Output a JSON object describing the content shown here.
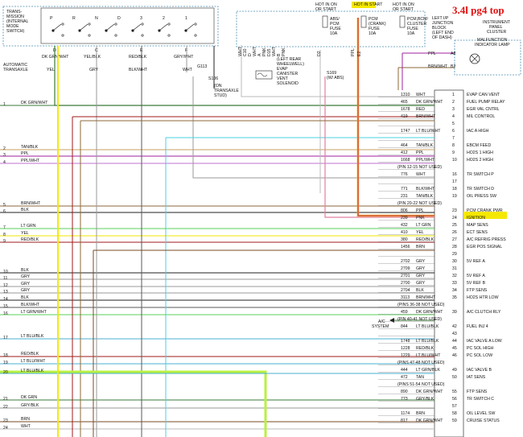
{
  "title": "3.4l pg4 top",
  "colors": {
    "dk_grn_wht": "#3a7a3a",
    "yel": "#f2e600",
    "gry": "#9a9a9a",
    "red_blk": "#a01818",
    "blk_wht": "#5a5a5a",
    "pnk": "#e080a0",
    "orange": "#ff8a00",
    "ppl": "#a020a0",
    "ppl_wht": "#c070d0",
    "brn_wht": "#8b6a3a",
    "brn": "#7a4a20",
    "lt_grn": "#5ad05a",
    "lt_blu": "#4ab0d0",
    "cyan": "#4ad0e0",
    "blk": "#222222",
    "dashed_box": "#4a8ab0",
    "hl_orange": "#ffa000",
    "hl_green": "#b8f040",
    "hl_yellow": "#f5e800"
  },
  "tms": {
    "title": "TRANS-MISSION (INTERNAL MODE SWITCH)",
    "title_lines": [
      "TRANS-",
      "MISSION",
      "(INTERNAL",
      "MODE",
      "SWITCH)"
    ],
    "footer": [
      "AUTOMATIC",
      "TRANSAXLE"
    ],
    "modes": [
      "P",
      "R",
      "N",
      "D",
      "3",
      "2",
      "1"
    ],
    "wires": [
      {
        "pin": "D",
        "color": "DK GRN/WHT",
        "cav": "D"
      },
      {
        "pin": "C",
        "color": "YEL/BLK",
        "cav": "C"
      },
      {
        "pin": "E",
        "color": "RED/BLK",
        "cav": "E"
      },
      {
        "pin": "F",
        "color": "GRY/WHT",
        "cav": "F"
      }
    ]
  },
  "top_labels": {
    "yel": "YEL",
    "gry": "GRY",
    "blk_wht": "BLK/WHT",
    "wht": "WHT",
    "g113": "G113",
    "s106": "S106",
    "ion_stud": [
      "(ON",
      "TRANSAXLE",
      "STUD)"
    ],
    "s169": "S169",
    "s169_note": "(W/ ABS)",
    "evap": [
      "(LEFT REAR",
      "WHEELWELL)",
      "EVAP",
      "CANISTER",
      "VENT",
      "SOLENOID"
    ],
    "verticals": [
      "WHT",
      "C10",
      "D",
      "WHT",
      "A",
      "PNK",
      "D15",
      "WHT",
      "B",
      "PNK",
      "D2",
      "PPL",
      "E2"
    ]
  },
  "fuse_block": {
    "hot_labels": [
      "HOT IN ON OR START",
      "HOT IN START",
      "HOT IN ON OR START"
    ],
    "fuses": [
      {
        "name": "ABS/ PCM FUSE",
        "amp": "10A"
      },
      {
        "name": "PCM (CRANK) FUSE",
        "amp": "10A"
      },
      {
        "name": "PCM,BCM/ CLUSTER FUSE",
        "amp": "10A"
      }
    ],
    "block_label": [
      "LEFT I/P",
      "JUNCTION",
      "BLOCK",
      "(LEFT END",
      "OF DASH)"
    ]
  },
  "cluster": {
    "label": [
      "INSTRUMENT",
      "PANEL",
      "CLUSTER"
    ],
    "lamp": [
      "MALFUNCTION",
      "INDICATOR LAMP"
    ],
    "pins": [
      {
        "color": "PPL",
        "pin": "A8"
      },
      {
        "color": "BRN/WHT",
        "pin": "B2"
      }
    ]
  },
  "left_labels": [
    {
      "n": "1",
      "c": "DK GRN/WHT"
    },
    {
      "n": "2",
      "c": "TAN/BLK"
    },
    {
      "n": "3",
      "c": "PPL"
    },
    {
      "n": "4",
      "c": "PPL/WHT"
    },
    {
      "n": "5",
      "c": "BRN/WHT"
    },
    {
      "n": "6",
      "c": "BLK"
    },
    {
      "n": "7",
      "c": "LT GRN"
    },
    {
      "n": "8",
      "c": "YEL"
    },
    {
      "n": "9",
      "c": "RED/BLK"
    },
    {
      "n": "10",
      "c": "BLK"
    },
    {
      "n": "11",
      "c": "GRY"
    },
    {
      "n": "12",
      "c": "GRY"
    },
    {
      "n": "13",
      "c": "GRY"
    },
    {
      "n": "14",
      "c": "BLK"
    },
    {
      "n": "15",
      "c": "BLK/WHT"
    },
    {
      "n": "16",
      "c": "LT GRN/WHT"
    },
    {
      "n": "17",
      "c": "LT BLU/BLK"
    },
    {
      "n": "18",
      "c": "RED/BLK"
    },
    {
      "n": "19",
      "c": "LT BLU/WHT"
    },
    {
      "n": "20",
      "c": "LT BLU/BLK"
    },
    {
      "n": "21",
      "c": "DK GRN"
    },
    {
      "n": "22",
      "c": "GRY/BLK"
    },
    {
      "n": "23",
      "c": "BRN"
    },
    {
      "n": "24",
      "c": "WHT"
    }
  ],
  "connector_rows": [
    {
      "pin": "1",
      "wire": "1310",
      "color": "WHT",
      "func": "EVAP CAN VENT"
    },
    {
      "pin": "2",
      "wire": "465",
      "color": "DK GRN/WHT",
      "func": "FUEL PUMP RELAY"
    },
    {
      "pin": "3",
      "wire": "1678",
      "color": "RED",
      "func": "EGR VAL CNTRL"
    },
    {
      "pin": "4",
      "wire": "419",
      "color": "BRN/WHT",
      "func": "MIL CONTROL"
    },
    {
      "pin": "5",
      "wire": "",
      "color": "",
      "func": ""
    },
    {
      "pin": "6",
      "wire": "1747",
      "color": "LT BLU/WHT",
      "func": "IAC A HIGH"
    },
    {
      "pin": "7",
      "wire": "",
      "color": "",
      "func": ""
    },
    {
      "pin": "8",
      "wire": "464",
      "color": "TAN/BLK",
      "func": "EBCM FEED"
    },
    {
      "pin": "9",
      "wire": "412",
      "color": "PPL",
      "func": "HO2S 1 HIGH"
    },
    {
      "pin": "10",
      "wire": "1668",
      "color": "PPL/WHT",
      "func": "HO2S 2 HIGH"
    },
    {
      "pin": "",
      "wire": "",
      "color": "(PIN 12-15 NOT USED)",
      "func": ""
    },
    {
      "pin": "16",
      "wire": "776",
      "color": "WHT",
      "func": "TR SWITCH P"
    },
    {
      "pin": "17",
      "wire": "",
      "color": "",
      "func": ""
    },
    {
      "pin": "18",
      "wire": "771",
      "color": "BLK/WHT",
      "func": "TR SWITCH D"
    },
    {
      "pin": "19",
      "wire": "231",
      "color": "TAN/BLK",
      "func": "OIL PRESS SW"
    },
    {
      "pin": "",
      "wire": "",
      "color": "(PIN 20-22 NOT USED)",
      "func": ""
    },
    {
      "pin": "23",
      "wire": "806",
      "color": "PPL",
      "func": "PCM CRANK PWR"
    },
    {
      "pin": "24",
      "wire": "239",
      "color": "PNK",
      "func": "IGNITION"
    },
    {
      "pin": "25",
      "wire": "432",
      "color": "LT GRN",
      "func": "MAP SENS"
    },
    {
      "pin": "26",
      "wire": "410",
      "color": "YEL",
      "func": "ECT SENS"
    },
    {
      "pin": "27",
      "wire": "380",
      "color": "RED/BLK",
      "func": "A/C REFRIG PRESS"
    },
    {
      "pin": "28",
      "wire": "1456",
      "color": "BRN",
      "func": "EGR POS SIGNAL"
    },
    {
      "pin": "29",
      "wire": "",
      "color": "",
      "func": ""
    },
    {
      "pin": "30",
      "wire": "2702",
      "color": "GRY",
      "func": "5V REF A"
    },
    {
      "pin": "31",
      "wire": "2709",
      "color": "GRY",
      "func": ""
    },
    {
      "pin": "32",
      "wire": "2701",
      "color": "GRY",
      "func": "5V REF A"
    },
    {
      "pin": "33",
      "wire": "2700",
      "color": "GRY",
      "func": "5V REF B"
    },
    {
      "pin": "34",
      "wire": "2704",
      "color": "BLK",
      "func": "FTP SENS"
    },
    {
      "pin": "35",
      "wire": "3113",
      "color": "BRN/WHT",
      "func": "HO2S HTR LOW"
    },
    {
      "pin": "",
      "wire": "",
      "color": "(PINS 36-38 NOT USED)",
      "func": ""
    },
    {
      "pin": "39",
      "wire": "459",
      "color": "DK GRN/WHT",
      "func": "A/C CLUTCH RLY"
    },
    {
      "pin": "",
      "wire": "",
      "color": "(PIN 40-41 NOT USED)",
      "func": ""
    },
    {
      "pin": "42",
      "wire": "844",
      "color": "LT BLU/BLK",
      "func": "FUEL INJ 4"
    },
    {
      "pin": "43",
      "wire": "",
      "color": "",
      "func": ""
    },
    {
      "pin": "44",
      "wire": "1748",
      "color": "LT BLU/BLK",
      "func": "IAC VALVE A LOW"
    },
    {
      "pin": "45",
      "wire": "1228",
      "color": "RED/BLK",
      "func": "PC SOL HIGH"
    },
    {
      "pin": "46",
      "wire": "1229",
      "color": "LT BLU/WHT",
      "func": "PC SOL LOW"
    },
    {
      "pin": "",
      "wire": "",
      "color": "(PINS 47-48 NOT USED)",
      "func": ""
    },
    {
      "pin": "49",
      "wire": "444",
      "color": "LT GRN/BLK",
      "func": "IAC VALVE B"
    },
    {
      "pin": "50",
      "wire": "472",
      "color": "TAN",
      "func": "IAT SENS"
    },
    {
      "pin": "",
      "wire": "",
      "color": "(PINS 51-54 NOT USED)",
      "func": ""
    },
    {
      "pin": "55",
      "wire": "890",
      "color": "DK GRN/WHT",
      "func": "FTP SENS"
    },
    {
      "pin": "56",
      "wire": "773",
      "color": "GRY/BLK",
      "func": "TR SWITCH C"
    },
    {
      "pin": "57",
      "wire": "",
      "color": "",
      "func": ""
    },
    {
      "pin": "58",
      "wire": "1174",
      "color": "BRN",
      "func": "OIL LEVEL SW"
    },
    {
      "pin": "59",
      "wire": "817",
      "color": "DK GRN/WHT",
      "func": "CRUISE STATUS"
    }
  ],
  "ac_system": [
    "A/C",
    "SYSTEM"
  ]
}
